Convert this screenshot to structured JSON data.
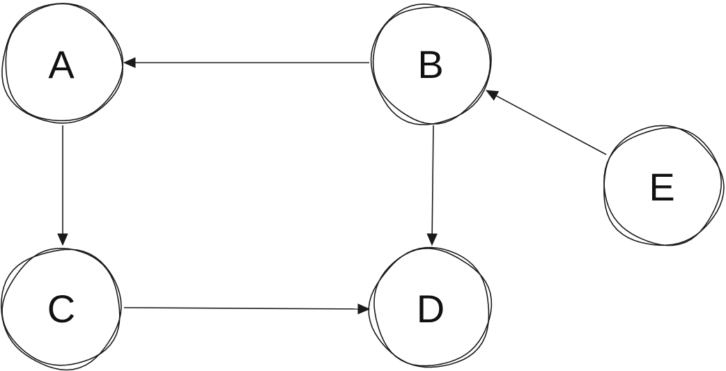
{
  "diagram": {
    "nodes": [
      {
        "id": "A",
        "label": "A"
      },
      {
        "id": "B",
        "label": "B"
      },
      {
        "id": "C",
        "label": "C"
      },
      {
        "id": "D",
        "label": "D"
      },
      {
        "id": "E",
        "label": "E"
      }
    ],
    "edges": [
      {
        "from": "B",
        "to": "A"
      },
      {
        "from": "A",
        "to": "C"
      },
      {
        "from": "C",
        "to": "D"
      },
      {
        "from": "B",
        "to": "D"
      },
      {
        "from": "E",
        "to": "B"
      }
    ]
  }
}
